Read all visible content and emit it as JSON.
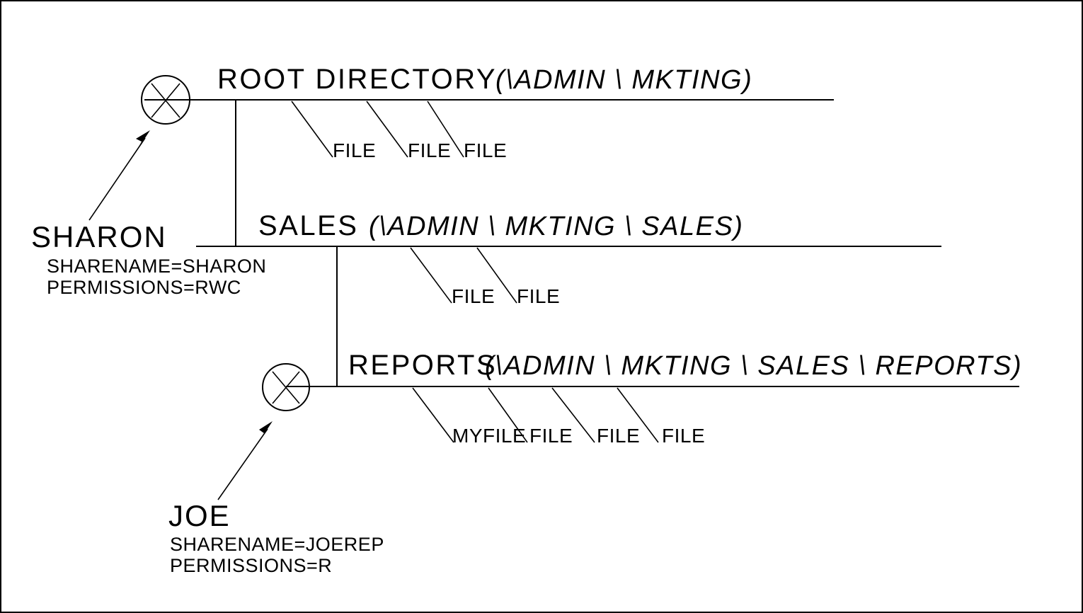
{
  "diagram": {
    "title": "Directory tree with share points",
    "background_color": "#ffffff",
    "line_color": "#000000",
    "levels": [
      {
        "id": "root",
        "name": "ROOT DIRECTORY",
        "path": "(\\ADMIN \\ MKTING)",
        "files": [
          "FILE",
          "FILE",
          "FILE"
        ],
        "shared": true
      },
      {
        "id": "sales",
        "name": "SALES",
        "path": "(\\ADMIN \\ MKTING \\ SALES)",
        "files": [
          "FILE",
          "FILE"
        ],
        "shared": false
      },
      {
        "id": "reports",
        "name": "REPORTS",
        "path": "(\\ADMIN \\ MKTING \\ SALES \\ REPORTS)",
        "files": [
          "MYFILE",
          "FILE",
          "FILE",
          "FILE"
        ],
        "shared": true
      }
    ],
    "shares": [
      {
        "id": "sharon",
        "user": "SHARON",
        "sharename_line": "SHARENAME=SHARON",
        "permissions_line": "PERMISSIONS=RWC",
        "marker": "share-point-x-marker"
      },
      {
        "id": "joe",
        "user": "JOE",
        "sharename_line": "SHARENAME=JOEREP",
        "permissions_line": "PERMISSIONS=R",
        "marker": "share-point-x-marker"
      }
    ]
  }
}
